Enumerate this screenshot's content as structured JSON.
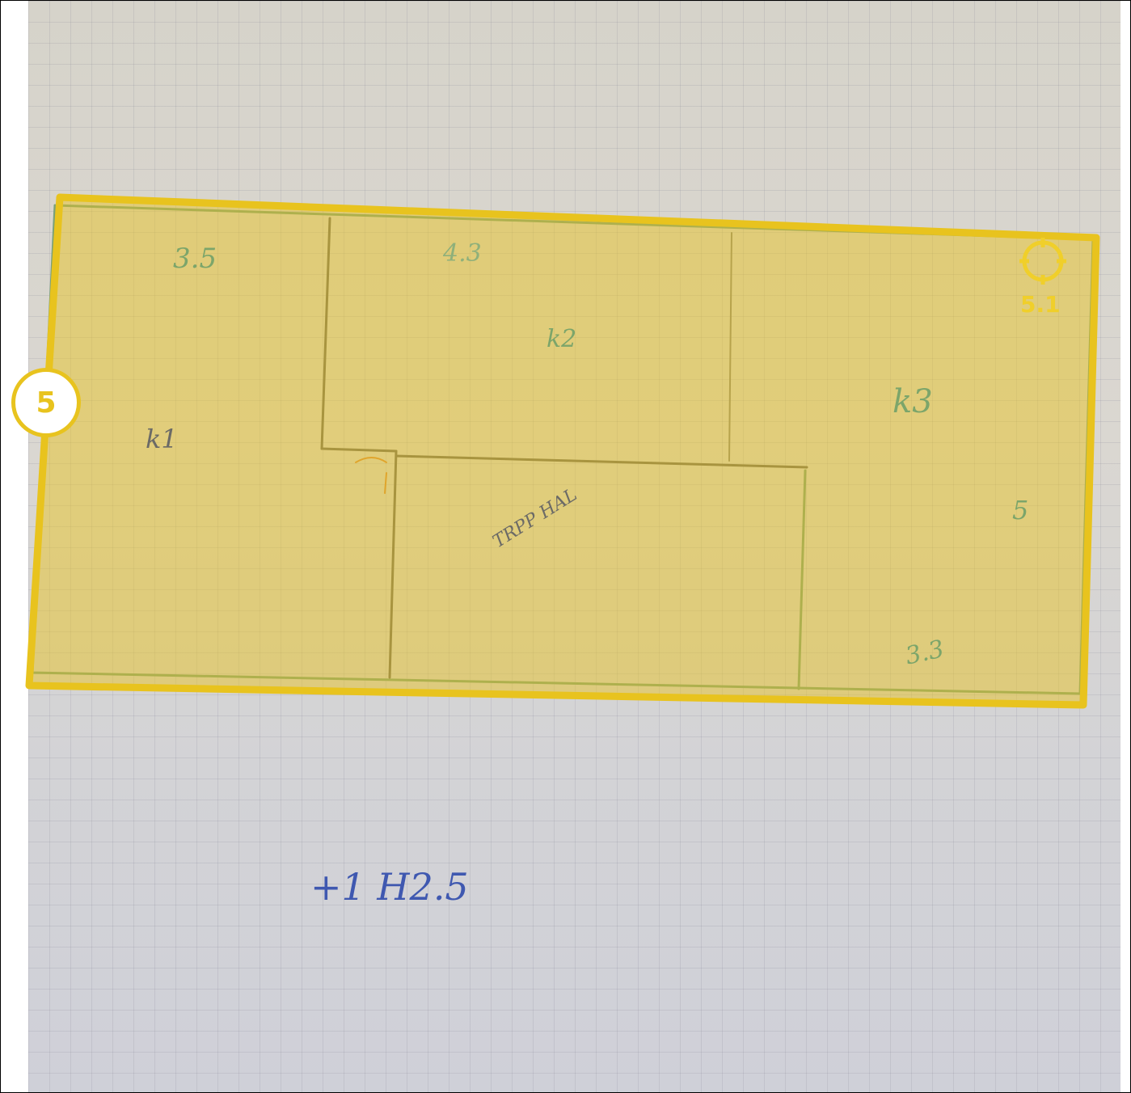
{
  "marker": {
    "label": "5",
    "sub_label": "5.1"
  },
  "annotation": {
    "icon": "crosshair-icon",
    "accent_color": "#e8c31e"
  },
  "sketch": {
    "label_top_left": "3.5",
    "label_top_mid": "4.3",
    "label_k1": "k1",
    "label_k2": "k2",
    "label_k3": "k3",
    "label_right": "5",
    "label_center": "TRPP HAL",
    "label_bottom_right": "3.3",
    "bottom_note": "+1 H2.5"
  }
}
